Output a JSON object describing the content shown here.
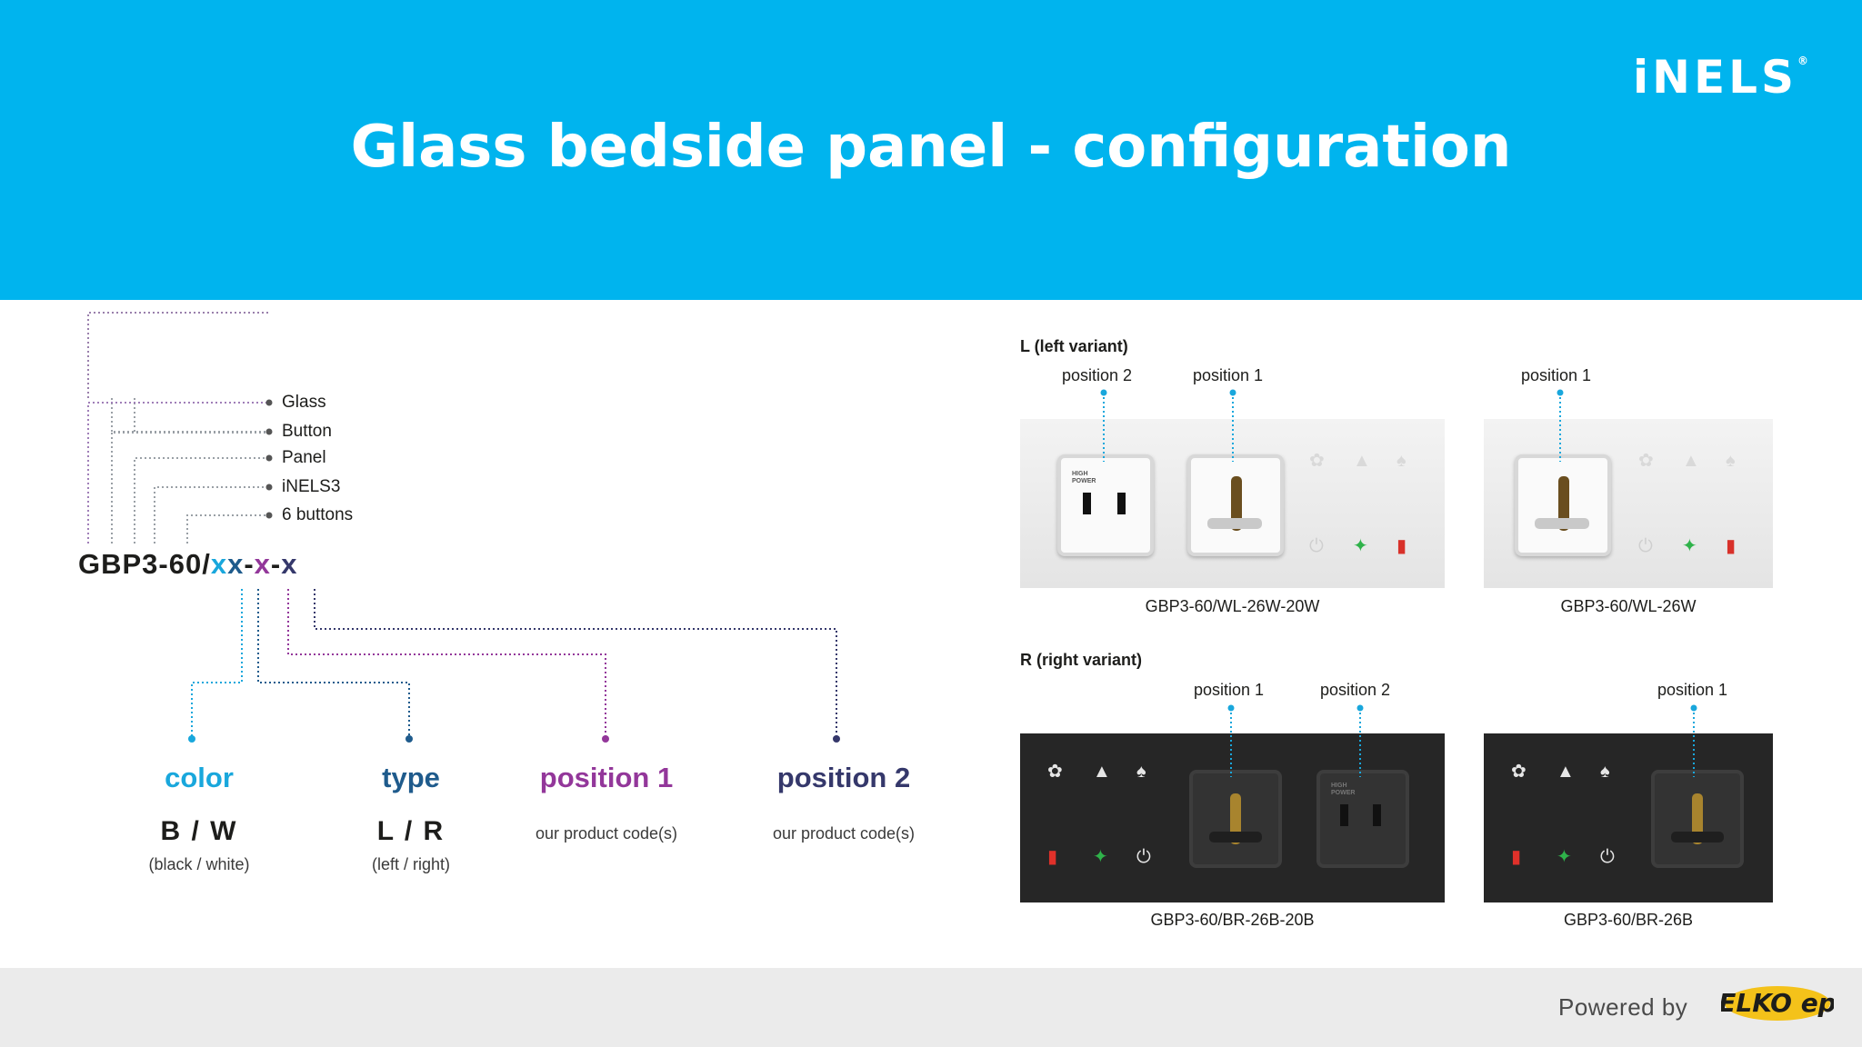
{
  "header": {
    "title": "Glass bedside panel - configuration",
    "logo": "iNELS",
    "logo_mark": "®",
    "background": "#00b4ee"
  },
  "footer": {
    "powered_by": "Powered by",
    "brand": "ELKO ep"
  },
  "code_diagram": {
    "legend": [
      "Glass",
      "Button",
      "Panel",
      "iNELS3",
      "6 buttons"
    ],
    "code_prefix": "GBP3-60/",
    "code_parts": [
      {
        "text": "x",
        "color": "#19a7dc"
      },
      {
        "text": "x",
        "color": "#1f5b8c"
      },
      {
        "text": "-",
        "color": "#1d1d1b"
      },
      {
        "text": "x",
        "color": "#93379a"
      },
      {
        "text": "-",
        "color": "#1d1d1b"
      },
      {
        "text": "x",
        "color": "#35386b"
      }
    ],
    "categories": [
      {
        "title": "color",
        "color": "#19a7dc",
        "main": "B / W",
        "sub": "(black / white)"
      },
      {
        "title": "type",
        "color": "#1f5b8c",
        "main": "L / R",
        "sub": "(left / right)"
      },
      {
        "title": "position 1",
        "color": "#93379a",
        "main": "",
        "sub": "our product code(s)"
      },
      {
        "title": "position 2",
        "color": "#35386b",
        "main": "",
        "sub": "our product code(s)"
      }
    ]
  },
  "variants": {
    "left_title": "L (left variant)",
    "right_title": "R (right variant)",
    "position_1": "position 1",
    "position_2": "position 2",
    "socket_text": "HIGH POWER",
    "codes": {
      "l_double": "GBP3-60/WL-26W-20W",
      "l_single": "GBP3-60/WL-26W",
      "r_double": "GBP3-60/BR-26B-20B",
      "r_single": "GBP3-60/BR-26B"
    }
  }
}
